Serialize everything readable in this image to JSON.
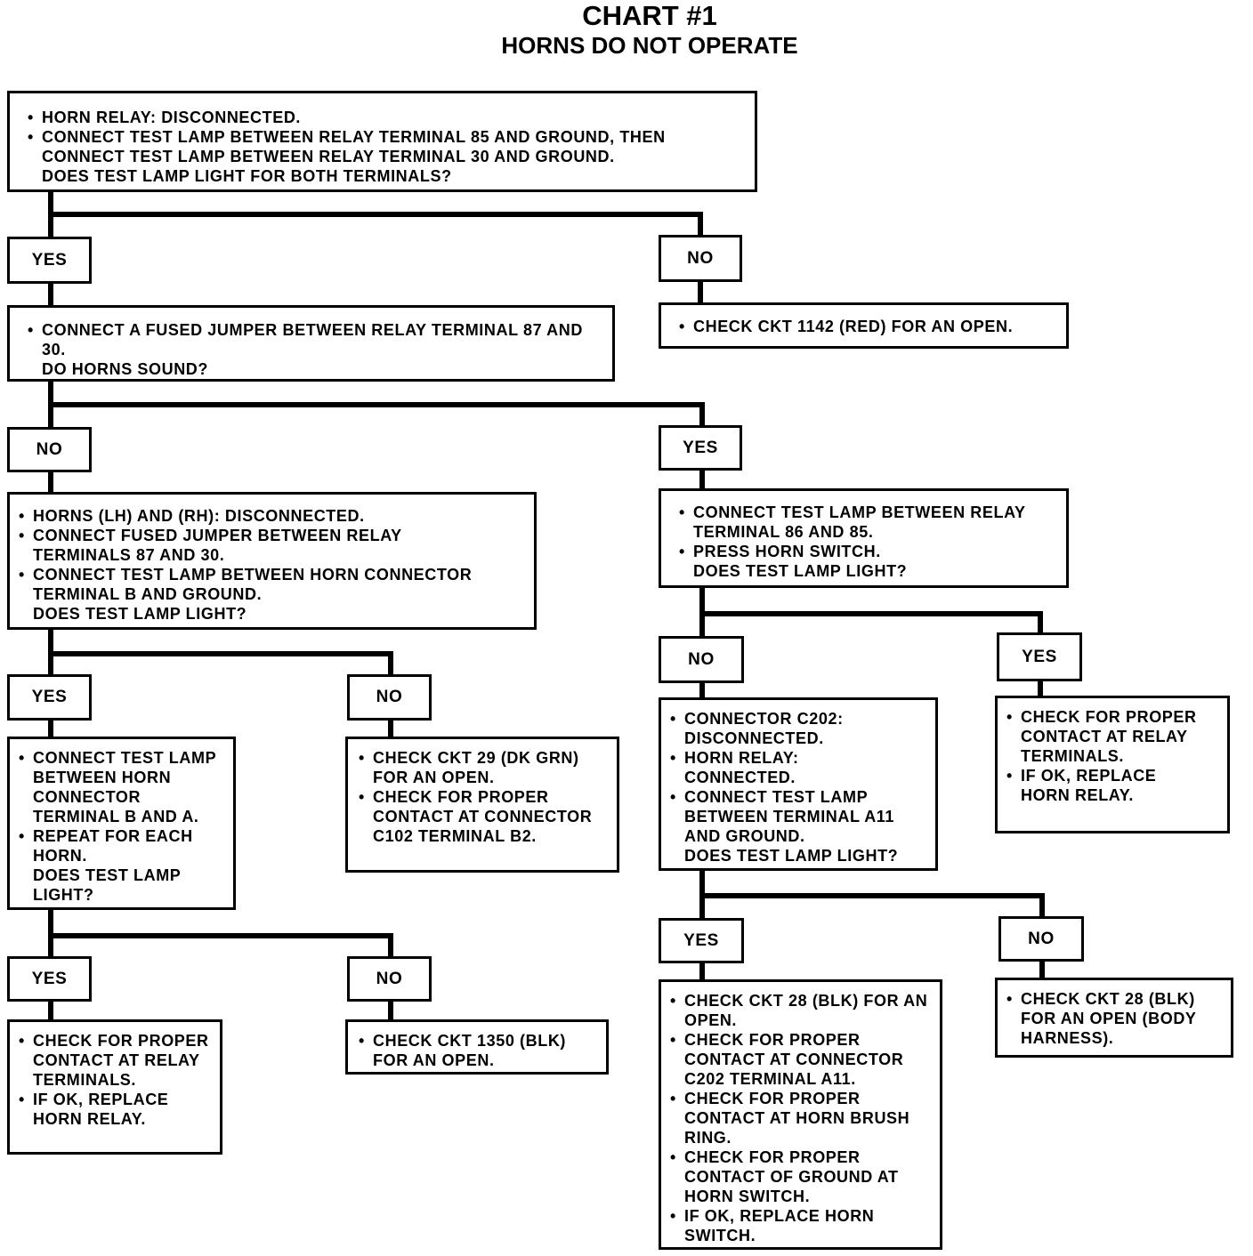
{
  "title": "CHART #1",
  "subtitle": "HORNS DO NOT OPERATE",
  "nodes": {
    "step1": {
      "bullets": [
        "HORN RELAY: DISCONNECTED.",
        "CONNECT TEST LAMP BETWEEN RELAY TERMINAL 85 AND GROUND, THEN CONNECT TEST LAMP BETWEEN RELAY TERMINAL 30 AND GROUND."
      ],
      "question": "DOES TEST LAMP LIGHT FOR BOTH TERMINALS?"
    },
    "step1_no": {
      "bullets": [
        "CHECK CKT 1142 (RED) FOR AN OPEN."
      ]
    },
    "step2": {
      "bullets": [
        "CONNECT A FUSED JUMPER BETWEEN RELAY TERMINAL 87 AND 30."
      ],
      "question": "DO HORNS SOUND?"
    },
    "step3": {
      "bullets": [
        "HORNS (LH) AND (RH): DISCONNECTED.",
        "CONNECT FUSED JUMPER BETWEEN RELAY TERMINALS 87 AND 30.",
        "CONNECT TEST LAMP BETWEEN HORN CONNECTOR TERMINAL B AND GROUND."
      ],
      "question": "DOES TEST LAMP LIGHT?"
    },
    "step4": {
      "bullets": [
        "CONNECT TEST LAMP BETWEEN RELAY TERMINAL 86 AND 85.",
        "PRESS HORN SWITCH."
      ],
      "question": "DOES TEST LAMP LIGHT?"
    },
    "step5": {
      "bullets": [
        "CONNECT TEST LAMP BETWEEN HORN CONNECTOR TERMINAL B AND A.",
        "REPEAT FOR EACH HORN."
      ],
      "question": "DOES TEST LAMP LIGHT?"
    },
    "step3_no": {
      "bullets": [
        "CHECK CKT 29 (DK GRN) FOR AN OPEN.",
        "CHECK FOR PROPER CONTACT AT CONNECTOR C102 TERMINAL B2."
      ]
    },
    "step6": {
      "bullets": [
        "CONNECTOR C202: DISCONNECTED.",
        "HORN RELAY: CONNECTED.",
        "CONNECT TEST LAMP BETWEEN TERMINAL A11 AND GROUND."
      ],
      "question": "DOES TEST LAMP LIGHT?"
    },
    "step4_yes": {
      "bullets": [
        "CHECK FOR PROPER CONTACT AT RELAY TERMINALS.",
        "IF OK, REPLACE HORN RELAY."
      ]
    },
    "step5_yes": {
      "bullets": [
        "CHECK FOR PROPER CONTACT AT RELAY TERMINALS.",
        "IF OK, REPLACE HORN RELAY."
      ]
    },
    "step5_no": {
      "bullets": [
        "CHECK CKT 1350 (BLK) FOR AN OPEN."
      ]
    },
    "step6_yes": {
      "bullets": [
        "CHECK CKT 28 (BLK) FOR AN OPEN.",
        "CHECK FOR PROPER CONTACT AT CONNECTOR C202 TERMINAL A11.",
        "CHECK FOR PROPER CONTACT AT HORN BRUSH RING.",
        "CHECK FOR PROPER CONTACT OF GROUND AT HORN SWITCH.",
        "IF OK, REPLACE HORN SWITCH."
      ]
    },
    "step6_no": {
      "bullets": [
        "CHECK CKT 28 (BLK) FOR AN OPEN (BODY HARNESS)."
      ]
    }
  },
  "branch_labels": {
    "yes": "YES",
    "no": "NO"
  }
}
